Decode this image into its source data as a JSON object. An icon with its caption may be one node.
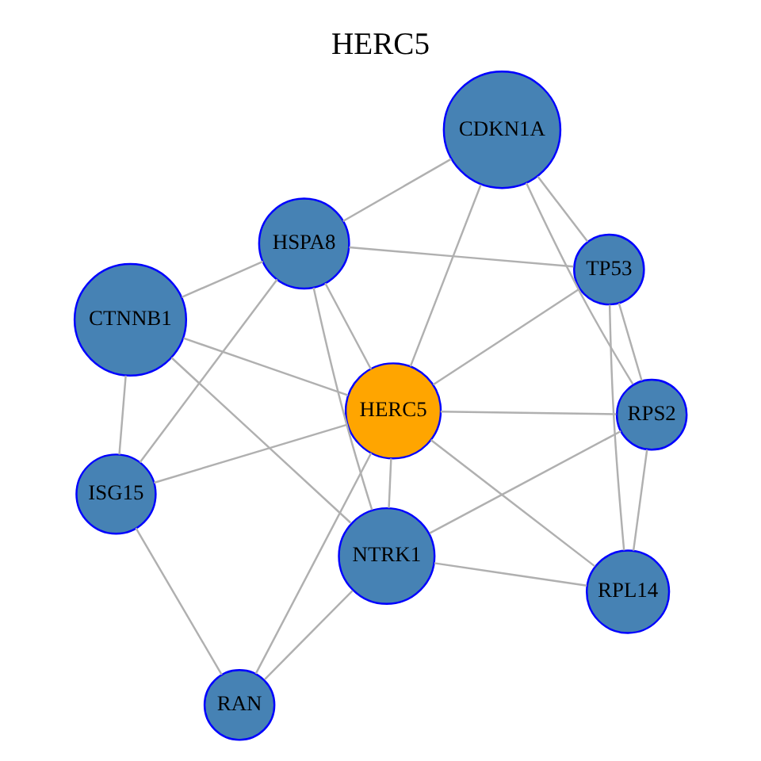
{
  "diagram": {
    "title": "HERC5",
    "nodes": [
      {
        "text": [
          "CDKN1A"
        ]
      },
      {
        "text": [
          "HSPA8"
        ]
      },
      {
        "text": [
          "ISG15"
        ]
      },
      {
        "text": [
          "CTNNB1"
        ]
      },
      {
        "text": [
          "TP53"
        ]
      },
      {
        "text": [
          "HERC5"
        ]
      },
      {
        "text": [
          "RAN"
        ]
      },
      {
        "text": [
          "RPS2"
        ]
      },
      {
        "text": [
          "NTRK1"
        ]
      },
      {
        "text": [
          "RPL14"
        ]
      }
    ],
    "edges": [
      {
        "from": 0,
        "to": 1,
        "arrow": "none"
      },
      {
        "from": 0,
        "to": 4,
        "arrow": "none"
      },
      {
        "from": 0,
        "to": 7,
        "arrow": "none"
      },
      {
        "from": 0,
        "to": 5,
        "arrow": "none"
      },
      {
        "from": 1,
        "to": 2,
        "arrow": "none"
      },
      {
        "from": 1,
        "to": 4,
        "arrow": "none"
      },
      {
        "from": 1,
        "to": 5,
        "arrow": "none"
      },
      {
        "from": 1,
        "to": 3,
        "arrow": "none"
      },
      {
        "from": 1,
        "to": 8,
        "arrow": "none"
      },
      {
        "from": 2,
        "to": 3,
        "arrow": "none"
      },
      {
        "from": 2,
        "to": 5,
        "arrow": "none"
      },
      {
        "from": 2,
        "to": 6,
        "arrow": "none"
      },
      {
        "from": 3,
        "to": 5,
        "arrow": "none"
      },
      {
        "from": 3,
        "to": 8,
        "arrow": "none"
      },
      {
        "from": 4,
        "to": 5,
        "arrow": "none"
      },
      {
        "from": 4,
        "to": 7,
        "arrow": "none"
      },
      {
        "from": 4,
        "to": 9,
        "arrow": "none"
      },
      {
        "from": 5,
        "to": 7,
        "arrow": "none"
      },
      {
        "from": 5,
        "to": 9,
        "arrow": "none"
      },
      {
        "from": 5,
        "to": 8,
        "arrow": "none"
      },
      {
        "from": 5,
        "to": 6,
        "arrow": "none"
      },
      {
        "from": 7,
        "to": 8,
        "arrow": "none"
      },
      {
        "from": 7,
        "to": 9,
        "arrow": "none"
      },
      {
        "from": 8,
        "to": 6,
        "arrow": "none"
      },
      {
        "from": 8,
        "to": 9,
        "arrow": "none"
      }
    ]
  }
}
